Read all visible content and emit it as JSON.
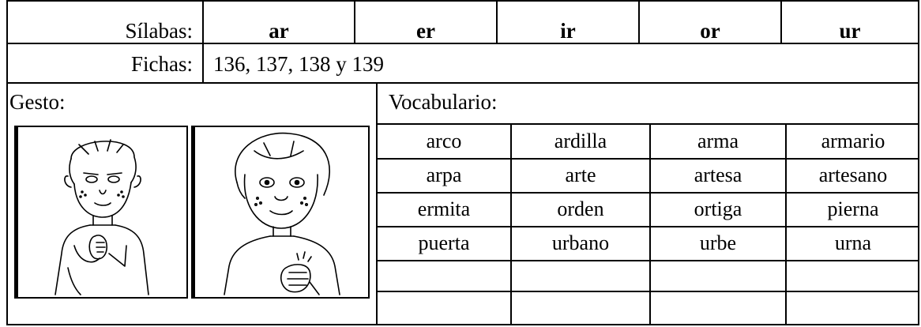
{
  "header": {
    "syllables_label": "Sílabas:",
    "syllables": [
      "ar",
      "er",
      "ir",
      "or",
      "ur"
    ],
    "cards_label": "Fichas:",
    "cards_value": "136, 137, 138 y 139"
  },
  "gesture": {
    "label": "Gesto:",
    "images": [
      {
        "icon": "boy-hand-on-chest-illustration"
      },
      {
        "icon": "girl-fist-gesture-illustration"
      }
    ]
  },
  "vocabulary": {
    "label": "Vocabulario:",
    "rows": [
      [
        "arco",
        "ardilla",
        "arma",
        "armario"
      ],
      [
        "arpa",
        "arte",
        "artesa",
        "artesano"
      ],
      [
        "ermita",
        "orden",
        "ortiga",
        "pierna"
      ],
      [
        "puerta",
        "urbano",
        "urbe",
        "urna"
      ],
      [
        "",
        "",
        "",
        ""
      ]
    ]
  }
}
